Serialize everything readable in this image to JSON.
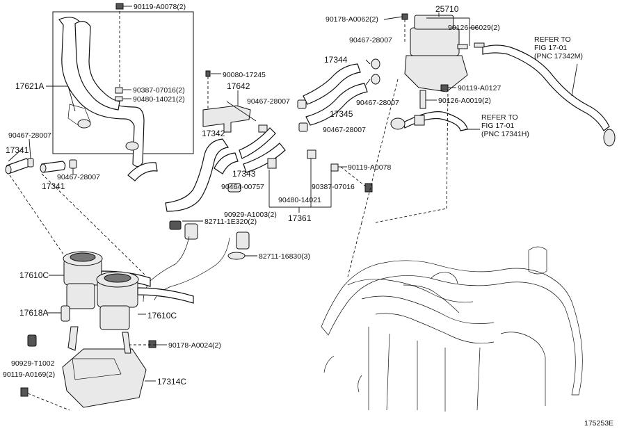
{
  "labels": {
    "p90119_A0078_2": "90119-A0078(2)",
    "p17621A": "17621A",
    "p90387_07016_2": "90387-07016(2)",
    "p90480_14021_2": "90480-14021(2)",
    "p90467_28007_a": "90467-28007",
    "p17341_a": "17341",
    "p17341_b": "17341",
    "p90467_28007_b": "90467-28007",
    "p90080_17245": "90080-17245",
    "p17642": "17642",
    "p90467_28007_c": "90467-28007",
    "p17342": "17342",
    "p17343": "17343",
    "p90464_00757": "90464-00757",
    "p90929_A1003_2": "90929-A1003(2)",
    "p82711_1E320_2": "82711-1E320(2)",
    "p17361": "17361",
    "p90480_14021": "90480-14021",
    "p90387_07016": "90387-07016",
    "p90119_A0078": "90119-A0078",
    "p82711_16830_3": "82711-16830(3)",
    "p17344": "17344",
    "p90467_28007_d": "90467-28007",
    "p90467_28007_e": "90467-28007",
    "p17345": "17345",
    "p90467_28007_f": "90467-28007",
    "p90178_A0062_2": "90178-A0062(2)",
    "p25710": "25710",
    "p90126_06029_2": "90126-06029(2)",
    "p90119_A0127": "90119-A0127",
    "p90126_A0019_2": "90126-A0019(2)",
    "p17610C_a": "17610C",
    "p17610C_b": "17610C",
    "p17618A": "17618A",
    "p90178_A0024_2": "90178-A0024(2)",
    "p90929_T1002": "90929-T1002",
    "p90119_A0169_2": "90119-A0169(2)",
    "p17314C": "17314C"
  },
  "refs": {
    "ref1": [
      "REFER TO",
      "FIG 17-01",
      "(PNC 17342M)"
    ],
    "ref2": [
      "REFER TO",
      "FIG 17-01",
      "(PNC 17341H)"
    ]
  },
  "figure_id": "175253E"
}
